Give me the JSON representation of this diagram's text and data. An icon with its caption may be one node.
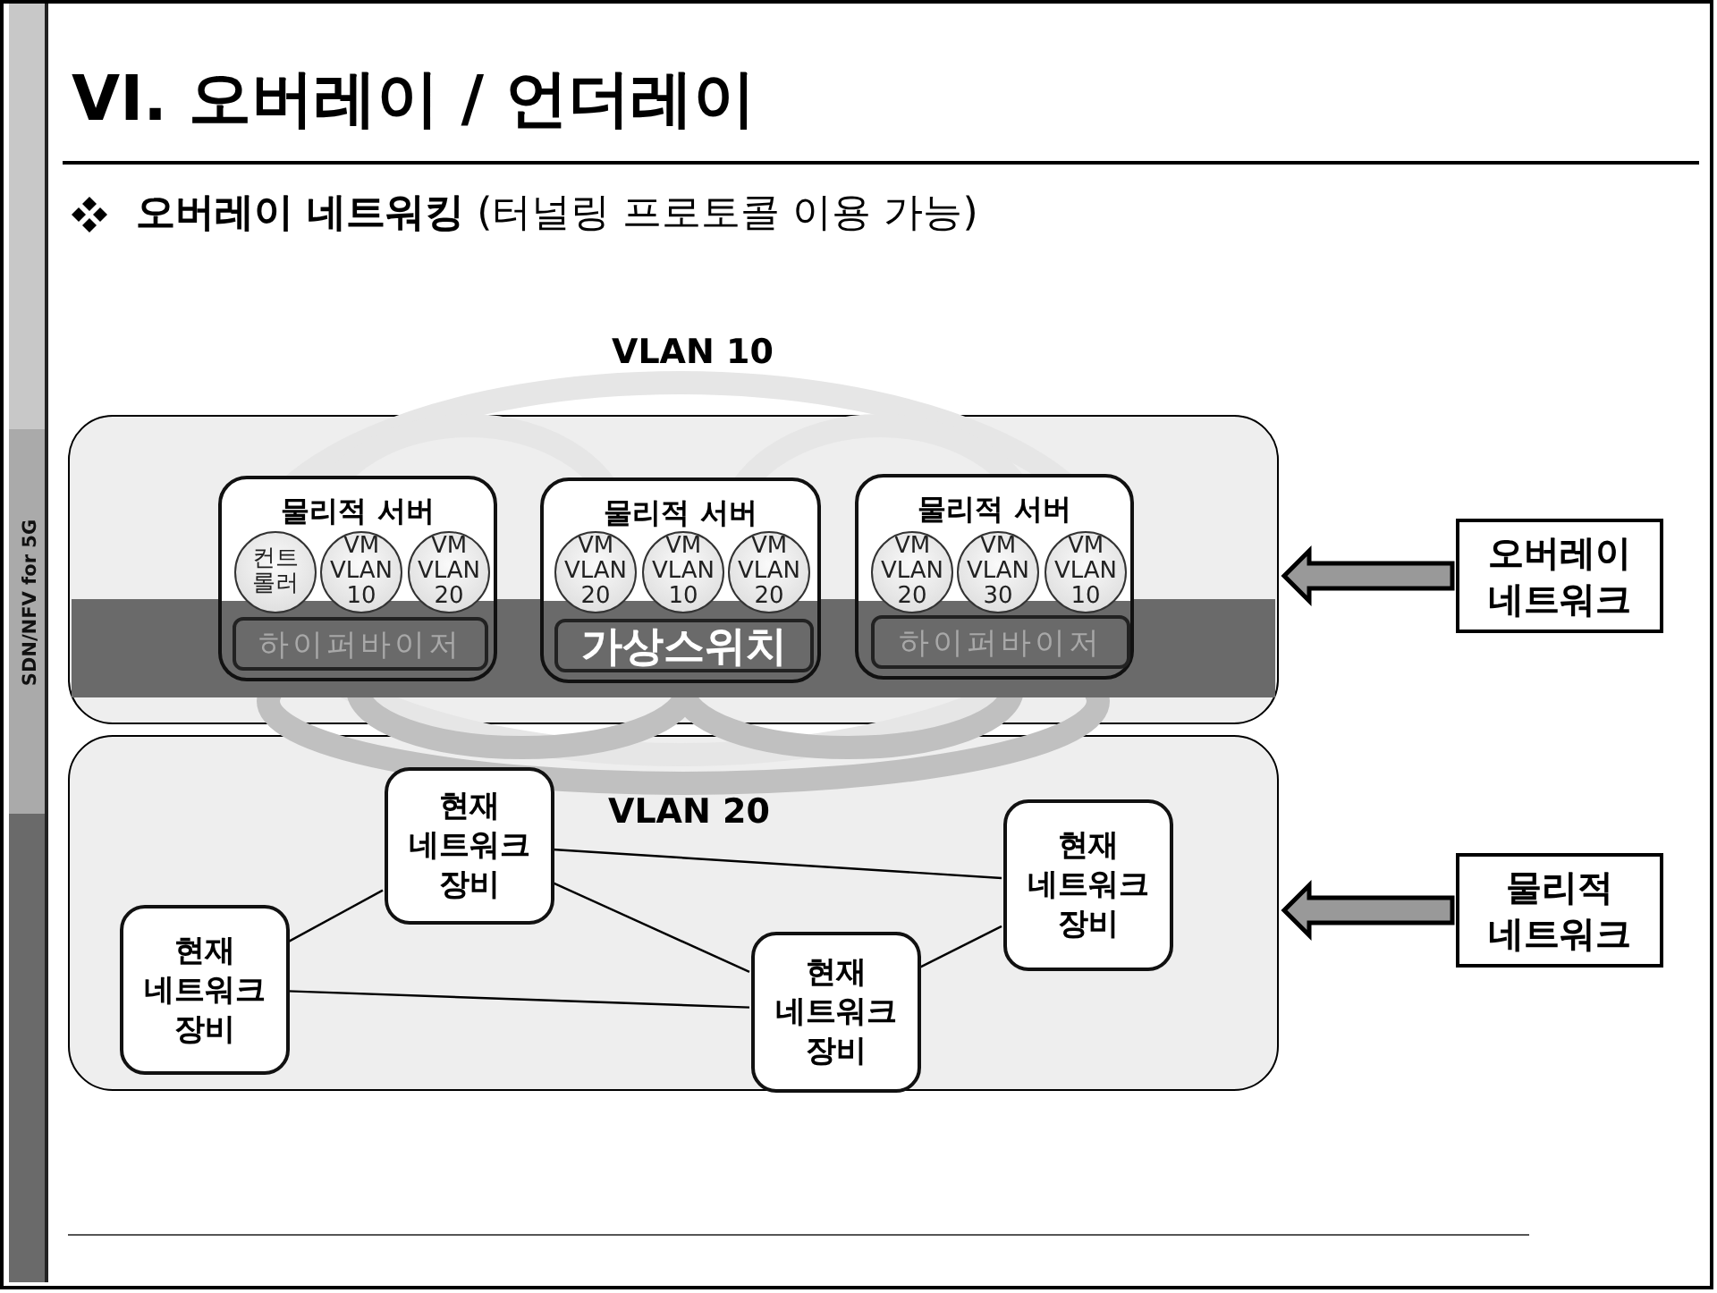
{
  "diagram": {
    "title": "VI. 오버레이 / 언더레이",
    "nodes": [
      {
        "text": [],
        "shape": "box"
      },
      {
        "text": [
          "물리적 서버"
        ],
        "in": 0
      },
      {
        "text": [
          "컨트롤러"
        ],
        "in": 1
      },
      {
        "text": [
          "VM VLAN 10"
        ],
        "in": 1
      },
      {
        "text": [
          "VM VLAN 20"
        ],
        "in": 1
      },
      {
        "text": [
          "하이퍼바이저"
        ],
        "in": 1
      },
      {
        "text": [
          "물리적 서버"
        ],
        "in": 0
      },
      {
        "text": [
          "VM VLAN 20"
        ],
        "in": 6
      },
      {
        "text": [
          "VM VLAN 10"
        ],
        "in": 6
      },
      {
        "text": [
          "VM VLAN 20"
        ],
        "in": 6
      },
      {
        "text": [
          "가상스위치"
        ],
        "in": 6
      },
      {
        "text": [
          "물리적 서버"
        ],
        "in": 0
      },
      {
        "text": [
          "VM VLAN 20"
        ],
        "in": 11
      },
      {
        "text": [
          "VM VLAN 30"
        ],
        "in": 11
      },
      {
        "text": [
          "VM VLAN 10"
        ],
        "in": 11
      },
      {
        "text": [
          "하이퍼바이저"
        ],
        "in": 11
      },
      {
        "text": [],
        "shape": "box"
      },
      {
        "text": [
          "현재 네트워크 장비"
        ],
        "in": 16
      },
      {
        "text": [
          "현재 네트워크 장비"
        ],
        "in": 16
      },
      {
        "text": [
          "현재 네트워크 장비"
        ],
        "in": 16
      },
      {
        "text": [
          "현재 네트워크 장비"
        ],
        "in": 16
      },
      {
        "text": [
          "오버레이 네트워크"
        ]
      },
      {
        "text": [
          "물리적 네트워크"
        ]
      }
    ],
    "edges": [
      {
        "from": 17,
        "to": 18,
        "arrow": "none"
      },
      {
        "from": 17,
        "to": 20,
        "arrow": "none"
      },
      {
        "from": 17,
        "to": 19,
        "arrow": "none"
      },
      {
        "from": 19,
        "to": 20,
        "arrow": "none"
      },
      {
        "from": 20,
        "to": 18,
        "arrow": "none"
      },
      {
        "from": 21,
        "to": 0,
        "arrow": "to",
        "style": "thick"
      },
      {
        "from": 22,
        "to": 16,
        "arrow": "to",
        "style": "thick"
      }
    ],
    "labels": [
      "**오버레이 네트워킹** (터널링 프로토콜 이용 가능)",
      "VLAN 10",
      "VLAN 20",
      "SDN/NFV for 5G"
    ]
  }
}
